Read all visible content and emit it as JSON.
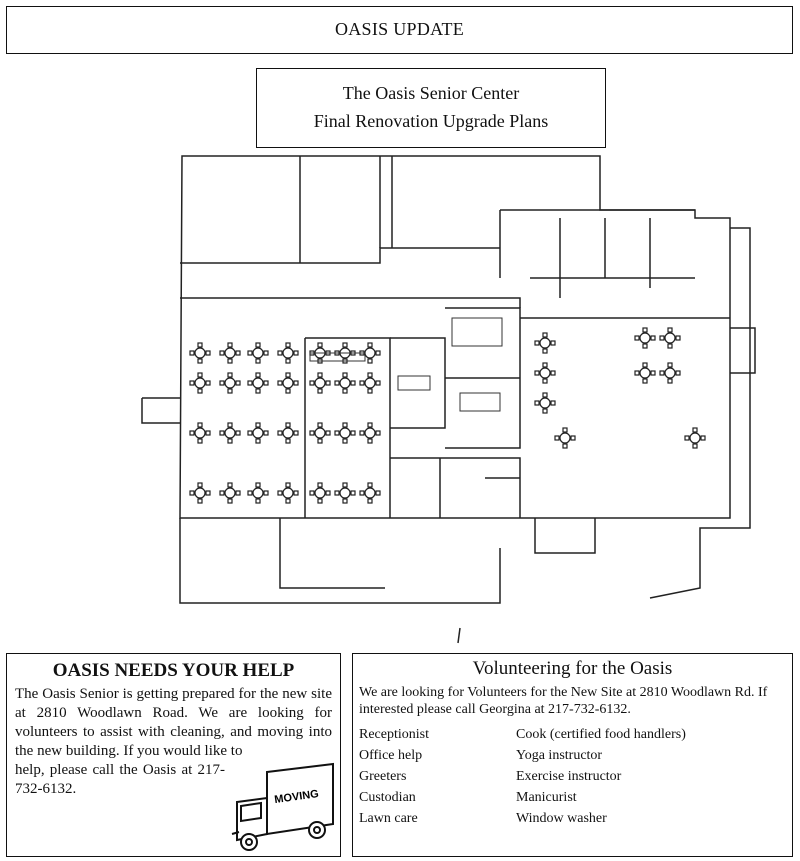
{
  "header": {
    "title": "OASIS UPDATE"
  },
  "plan": {
    "title_line1": "The Oasis Senior Center",
    "title_line2": "Final Renovation Upgrade Plans"
  },
  "help": {
    "heading": "OASIS NEEDS YOUR HELP",
    "body_full": "The Oasis Senior is getting prepared for the new site at 2810 Woodlawn Road.  We are looking for volunteers to assist with cleaning, and moving into the new   building.  If you would like to",
    "body_short": "help, please call the Oasis at 217-732-6132.",
    "truck_text": "MOVING"
  },
  "volunteer": {
    "heading": "Volunteering for the Oasis",
    "intro": "We are looking for Volunteers for the New Site at 2810 Woodlawn Rd. If interested please call Georgina at 217-732-6132.",
    "roles": [
      "Receptionist",
      "Cook (certified food handlers)",
      "Office help",
      "Yoga instructor",
      "Greeters",
      "Exercise instructor",
      "Custodian",
      "Manicurist",
      "Lawn care",
      "Window washer"
    ]
  }
}
